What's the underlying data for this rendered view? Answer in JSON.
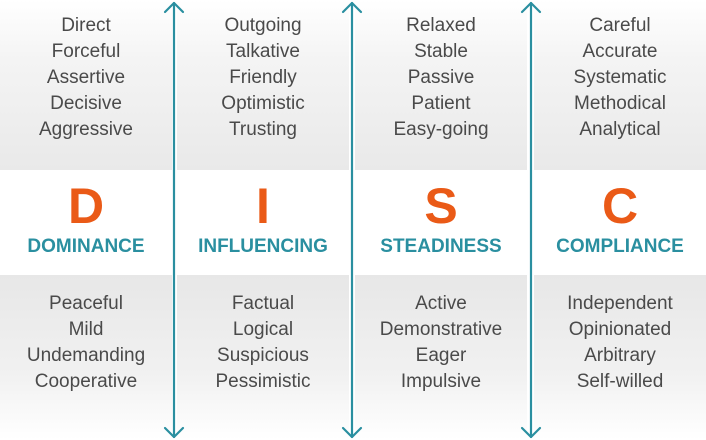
{
  "colors": {
    "letter": "#ea5a17",
    "label": "#2a8fa0",
    "arrow": "#2a8fa0",
    "trait_text": "#4a4a4a"
  },
  "columns": [
    {
      "letter": "D",
      "label": "DOMINANCE",
      "top_traits": [
        "Direct",
        "Forceful",
        "Assertive",
        "Decisive",
        "Aggressive"
      ],
      "bottom_traits": [
        "Peaceful",
        "Mild",
        "Undemanding",
        "Cooperative"
      ]
    },
    {
      "letter": "I",
      "label": "INFLUENCING",
      "top_traits": [
        "Outgoing",
        "Talkative",
        "Friendly",
        "Optimistic",
        "Trusting"
      ],
      "bottom_traits": [
        "Factual",
        "Logical",
        "Suspicious",
        "Pessimistic"
      ]
    },
    {
      "letter": "S",
      "label": "STEADINESS",
      "top_traits": [
        "Relaxed",
        "Stable",
        "Passive",
        "Patient",
        "Easy-going"
      ],
      "bottom_traits": [
        "Active",
        "Demonstrative",
        "Eager",
        "Impulsive"
      ]
    },
    {
      "letter": "C",
      "label": "COMPLIANCE",
      "top_traits": [
        "Careful",
        "Accurate",
        "Systematic",
        "Methodical",
        "Analytical"
      ],
      "bottom_traits": [
        "Independent",
        "Opinionated",
        "Arbitrary",
        "Self-willed"
      ]
    }
  ]
}
